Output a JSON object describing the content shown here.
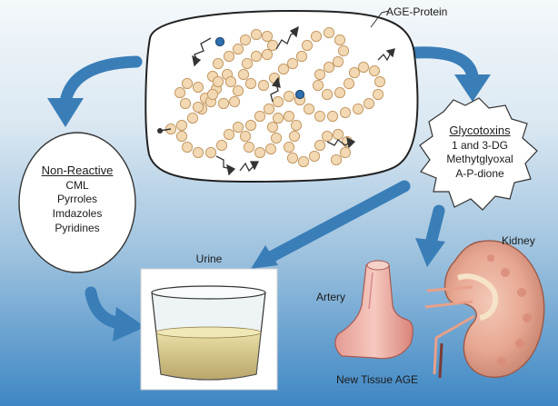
{
  "protein_label": "AGE-Protein",
  "non_reactive": {
    "title": "Non-Reactive",
    "items": [
      "CML",
      "Pyrroles",
      "Imdazoles",
      "Pyridines"
    ]
  },
  "glycotoxins": {
    "title": "Glycotoxins",
    "items": [
      "1 and 3-DG",
      "Methytglyoxal",
      "A-P-dione"
    ]
  },
  "urine_label": "Urine",
  "artery_label": "Artery",
  "kidney_label": "Kidney",
  "new_tissue_label": "New Tissue AGE",
  "colors": {
    "arrow": "#3a7eb8",
    "bead_fill": "#f2d9b3",
    "bead_stroke": "#c49a67",
    "bead_accent": "#2e6fb0"
  }
}
